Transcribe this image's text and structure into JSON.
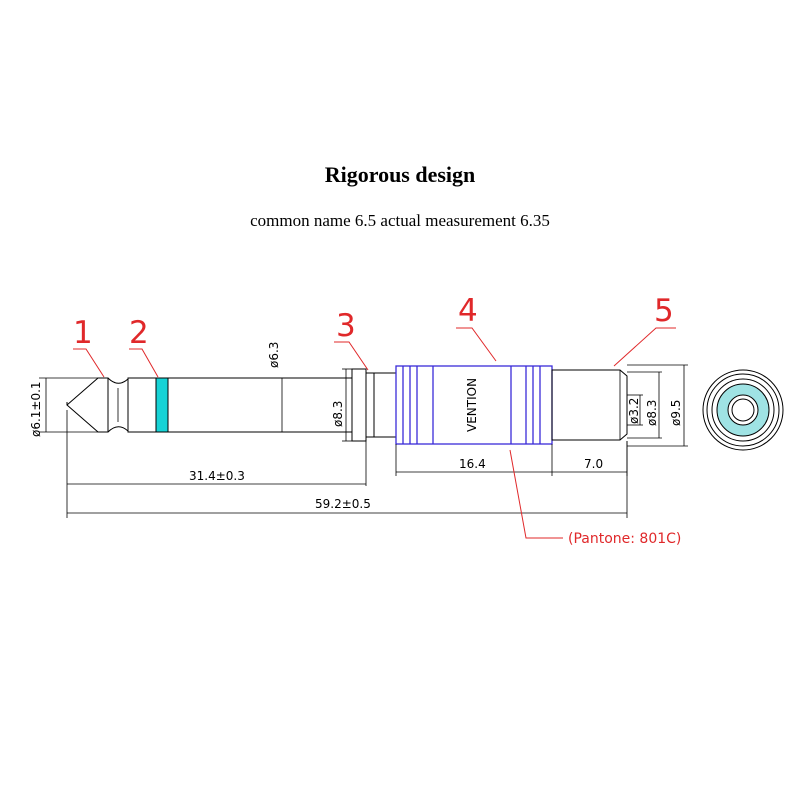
{
  "title": "Rigorous design",
  "subtitle": "common name 6.5 actual measurement 6.35",
  "callouts": [
    "1",
    "2",
    "3",
    "4",
    "5"
  ],
  "dimensions": {
    "tip_diameter": "ø6.1±0.1",
    "shaft_diameter": "ø6.3",
    "collar_diameter": "ø8.3",
    "length_to_collar": "31.4±0.3",
    "total_length": "59.2±0.5",
    "body_length": "16.4",
    "rear_length": "7.0",
    "rear_inner_diameter": "ø3.2",
    "rear_mid_diameter": "ø8.3",
    "rear_outer_diameter": "ø9.5"
  },
  "brand_text": "VENTION",
  "pantone_note": "(Pantone:  801C)",
  "colors": {
    "callout_red": "#e0282a",
    "accent_cyan": "#17d3d6",
    "body_blue": "#3a2bd8"
  }
}
